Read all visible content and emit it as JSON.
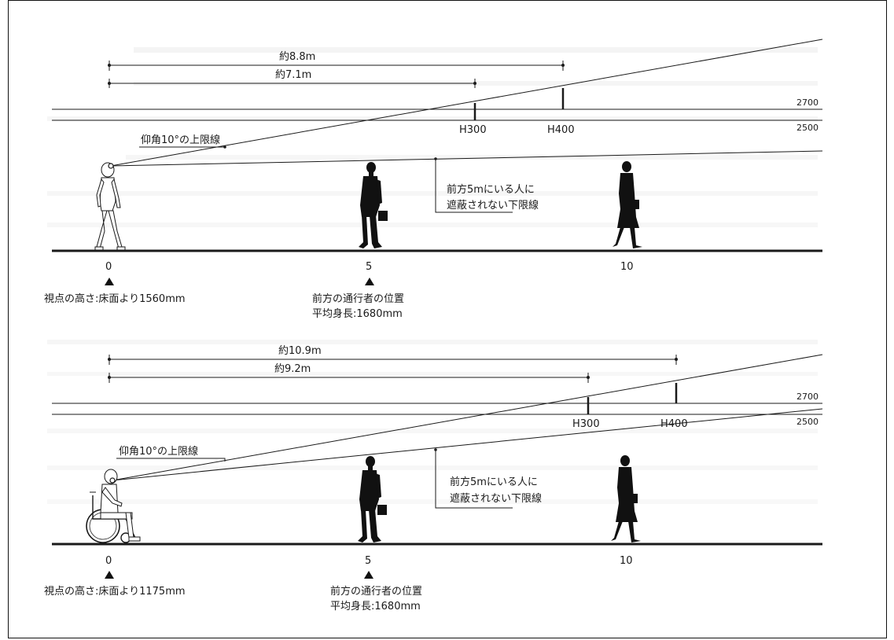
{
  "panels": [
    {
      "dim_outer": "約8.8m",
      "dim_inner": "約7.1m",
      "ceiling_upper": "2700",
      "ceiling_lower": "2500",
      "marker_h300": "H300",
      "marker_h400": "H400",
      "upper_line_label": "仰角10°の上限線",
      "lower_line_label_1": "前方5mにいる人に",
      "lower_line_label_2": "遮蔽されない下限線",
      "axis_ticks": [
        "0",
        "5",
        "10"
      ],
      "eye_height_label": "視点の高さ:床面より1560mm",
      "pedestrian_label_1": "前方の通行者の位置",
      "pedestrian_label_2": "平均身長:1680mm"
    },
    {
      "dim_outer": "約10.9m",
      "dim_inner": "約9.2m",
      "ceiling_upper": "2700",
      "ceiling_lower": "2500",
      "marker_h300": "H300",
      "marker_h400": "H400",
      "upper_line_label": "仰角10°の上限線",
      "lower_line_label_1": "前方5mにいる人に",
      "lower_line_label_2": "遮蔽されない下限線",
      "axis_ticks": [
        "0",
        "5",
        "10"
      ],
      "eye_height_label": "視点の高さ:床面より1175mm",
      "pedestrian_label_1": "前方の通行者の位置",
      "pedestrian_label_2": "平均身長:1680mm"
    }
  ],
  "colors": {
    "line": "#1a1a1a",
    "silhouette": "#111111",
    "ghost_text": "#e9e9e9"
  }
}
